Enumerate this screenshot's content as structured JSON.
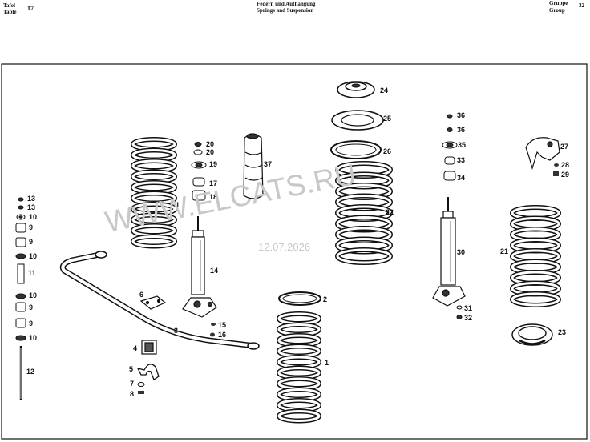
{
  "header": {
    "tafel": "Tafel",
    "table": "Table",
    "table_number": "17",
    "title_de": "Federn und Aufhängung",
    "title_en": "Springs and Suspension",
    "gruppe": "Gruppe",
    "group": "Group",
    "group_number": "32"
  },
  "watermark": {
    "site": "WWW.ELCATS.RU",
    "date": "12.07.2026"
  },
  "callouts": {
    "c1a": "1",
    "c1b": "1",
    "c2": "2",
    "c3": "3",
    "c4": "4",
    "c5": "5",
    "c6": "6",
    "c7": "7",
    "c8": "8",
    "c9a": "9",
    "c9b": "9",
    "c9c": "9",
    "c9d": "9",
    "c10a": "10",
    "c10b": "10",
    "c10c": "10",
    "c10d": "10",
    "c11": "11",
    "c12": "12",
    "c13a": "13",
    "c13b": "13",
    "c14": "14",
    "c15": "15",
    "c16": "16",
    "c17": "17",
    "c18": "18",
    "c19": "19",
    "c20a": "20",
    "c20b": "20",
    "c21": "21",
    "c22": "22",
    "c23": "23",
    "c24": "24",
    "c25": "25",
    "c26": "26",
    "c27": "27",
    "c28": "28",
    "c29": "29",
    "c30": "30",
    "c31": "31",
    "c32": "32",
    "c33": "33",
    "c34": "34",
    "c35": "35",
    "c36a": "36",
    "c36b": "36",
    "c37": "37"
  }
}
